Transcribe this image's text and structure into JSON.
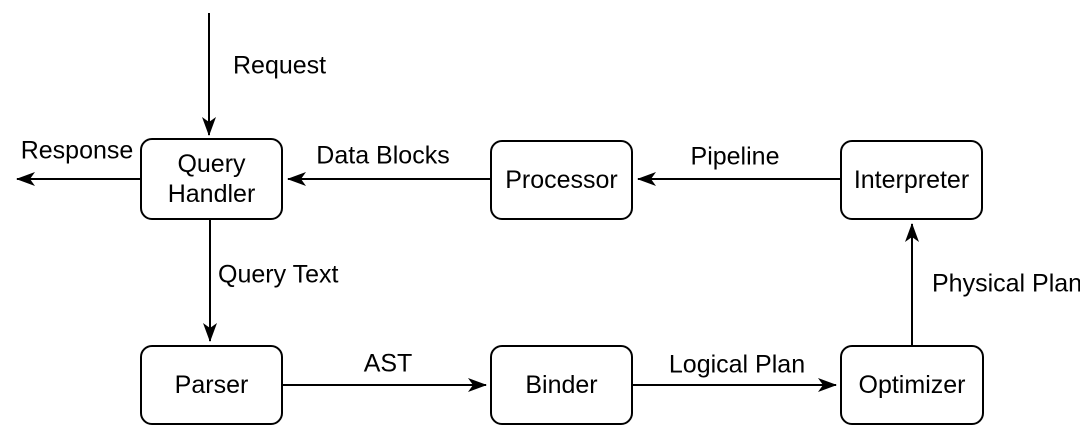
{
  "diagram": {
    "type": "flowchart",
    "colors": {
      "background": "#ffffff",
      "node_fill": "#ffffff",
      "stroke": "#000000",
      "text": "#000000"
    },
    "nodes": [
      {
        "id": "query-handler",
        "label": "Query Handler"
      },
      {
        "id": "processor",
        "label": "Processor"
      },
      {
        "id": "interpreter",
        "label": "Interpreter"
      },
      {
        "id": "parser",
        "label": "Parser"
      },
      {
        "id": "binder",
        "label": "Binder"
      },
      {
        "id": "optimizer",
        "label": "Optimizer"
      }
    ],
    "edges": [
      {
        "id": "request",
        "label": "Request",
        "from": "external",
        "to": "query-handler",
        "direction": "down"
      },
      {
        "id": "response",
        "label": "Response",
        "from": "query-handler",
        "to": "external",
        "direction": "left"
      },
      {
        "id": "data-blocks",
        "label": "Data Blocks",
        "from": "processor",
        "to": "query-handler",
        "direction": "left"
      },
      {
        "id": "pipeline",
        "label": "Pipeline",
        "from": "interpreter",
        "to": "processor",
        "direction": "left"
      },
      {
        "id": "query-text",
        "label": "Query Text",
        "from": "query-handler",
        "to": "parser",
        "direction": "down"
      },
      {
        "id": "ast",
        "label": "AST",
        "from": "parser",
        "to": "binder",
        "direction": "right"
      },
      {
        "id": "logical-plan",
        "label": "Logical Plan",
        "from": "binder",
        "to": "optimizer",
        "direction": "right"
      },
      {
        "id": "physical-plan",
        "label": "Physical Plan",
        "from": "optimizer",
        "to": "interpreter",
        "direction": "up"
      }
    ]
  }
}
